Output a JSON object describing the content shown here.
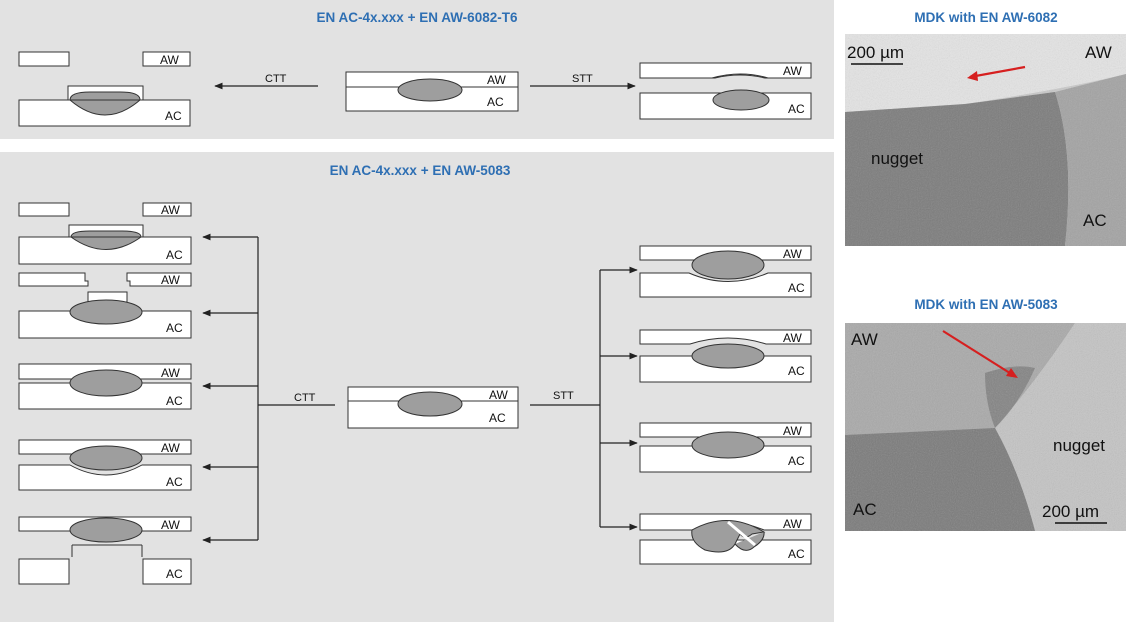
{
  "top_panel": {
    "title": "EN AC-4x.xxx + EN AW-6082-T6"
  },
  "bottom_panel": {
    "title": "EN AC-4x.xxx + EN AW-5083"
  },
  "labels": {
    "aw": "AW",
    "ac": "AC",
    "ctt": "CTT",
    "stt": "STT"
  },
  "micrograph_top": {
    "title": "MDK with EN AW-6082",
    "scale": "200 µm",
    "aw": "AW",
    "nugget": "nugget",
    "ac": "AC"
  },
  "micrograph_bottom": {
    "title": "MDK with EN AW-5083",
    "scale": "200 µm",
    "aw": "AW",
    "nugget": "nugget",
    "ac": "AC"
  },
  "colors": {
    "panel": "#e2e2e2",
    "title": "#2e6fb3",
    "nugget": "#9e9e9e",
    "arrow": "#d61f1f"
  }
}
